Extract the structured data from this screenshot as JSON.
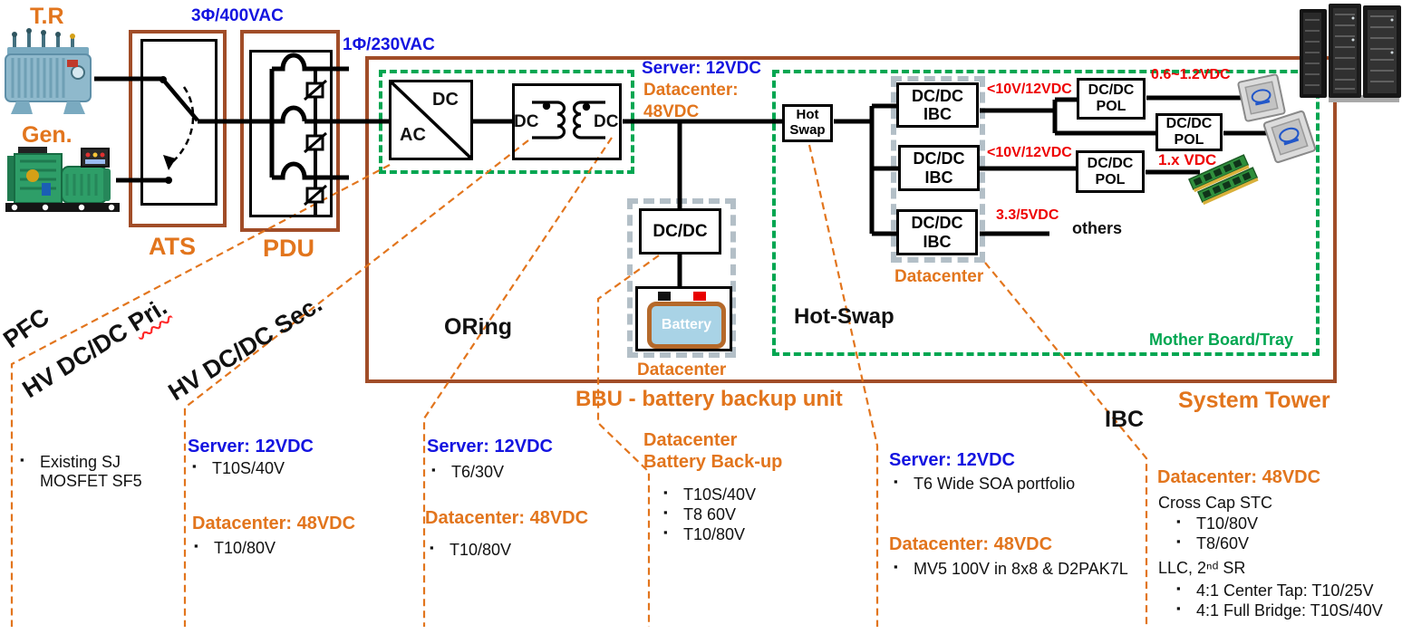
{
  "palette": {
    "orange": "#E2751D",
    "blue": "#1414E0",
    "red": "#EE0000",
    "green": "#00A651",
    "brown": "#A14D28",
    "gray_dash": "#B3BFC7",
    "battery_fill": "#A9D3E6",
    "wire": "#000000"
  },
  "top": {
    "tr": "T.R",
    "gen": "Gen.",
    "ats": "ATS",
    "pdu": "PDU",
    "v3phase": "3Φ/400VAC",
    "v1phase": "1Φ/230VAC"
  },
  "bus": {
    "server": "Server: 12VDC",
    "datacenter": "Datacenter:",
    "datacenter_v": "48VDC"
  },
  "blocks": {
    "acdc_dc": "DC",
    "acdc_ac": "AC",
    "xfmr_left": "DC",
    "xfmr_right": "DC",
    "hot_swap": "Hot Swap",
    "ibc": "DC/DC IBC",
    "pol": "DC/DC POL",
    "bbu_dcdc": "DC/DC",
    "battery": "Battery"
  },
  "rails": {
    "ibc1": "<10V/12VDC",
    "ibc2": "<10V/12VDC",
    "ibc3": "3.3/5VDC",
    "pol1": "0.6~1.2VDC",
    "pol3": "1.x VDC",
    "others": "others"
  },
  "captions": {
    "datacenter_ibc": "Datacenter",
    "motherboard": "Mother Board/Tray",
    "system_tower": "System Tower",
    "bbu_datacenter": "Datacenter",
    "bbu_title": "BBU - battery backup unit"
  },
  "sections": {
    "pfc": "PFC",
    "hv_pri_prefix": "HV DC/DC ",
    "hv_pri_suffix": "Pri.",
    "hv_sec": "HV DC/DC Sec.",
    "oring": "ORing",
    "hot_swap": "Hot-Swap",
    "ibc": "IBC"
  },
  "callouts": {
    "pfc": {
      "item1": "Existing SJ MOSFET SF5"
    },
    "pri": {
      "h1": "Server: 12VDC",
      "i1": "T10S/40V",
      "h2": "Datacenter: 48VDC",
      "i2": "T10/80V"
    },
    "sec": {
      "h1": "Server: 12VDC",
      "i1": "T6/30V",
      "h2": "Datacenter: 48VDC",
      "i2": "T10/80V"
    },
    "bbu": {
      "h1": "Datacenter Battery Back-up",
      "i1": "T10S/40V",
      "i2": "T8 60V",
      "i3": "T10/80V"
    },
    "hotswap": {
      "h1": "Server: 12VDC",
      "i1": "T6 Wide SOA portfolio",
      "h2": "Datacenter: 48VDC",
      "i2": "MV5 100V in 8x8 & D2PAK7L"
    },
    "ibc": {
      "h1": "Datacenter: 48VDC",
      "s1": "Cross Cap STC",
      "i1": "T10/80V",
      "i2": "T8/60V",
      "s2": "LLC, 2ⁿᵈ SR",
      "i3": "4:1 Center Tap: T10/25V",
      "i4": "4:1 Full Bridge: T10S/40V"
    }
  }
}
